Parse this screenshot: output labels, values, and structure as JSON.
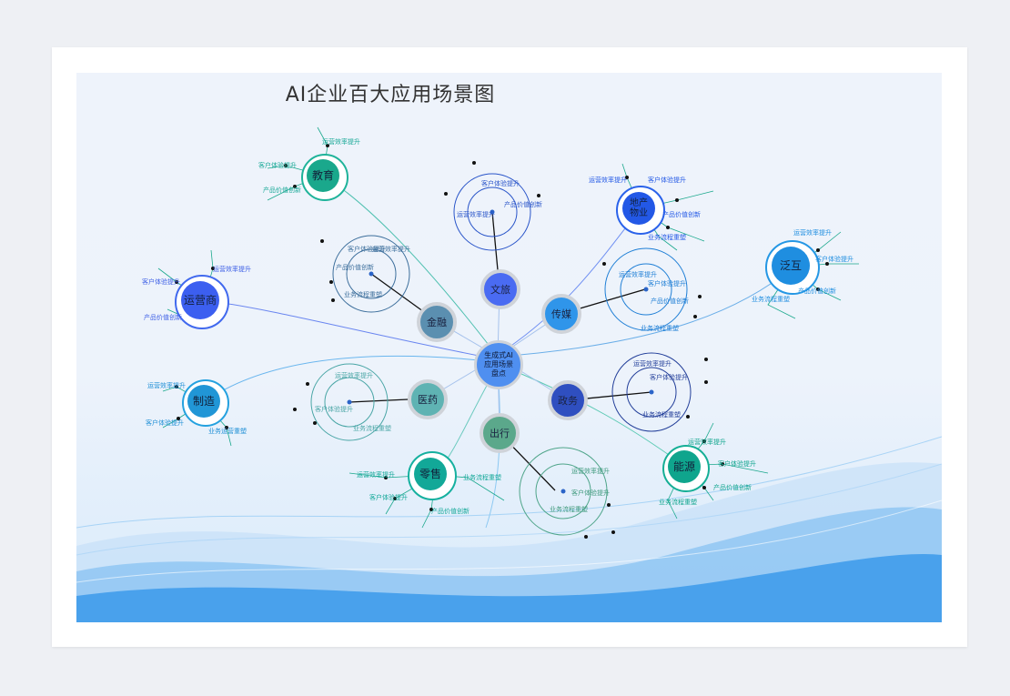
{
  "title": "AI企业百大应用场景图",
  "center": "生成式AI应用场景盘点",
  "categories": [
    {
      "id": "wenlv",
      "label": "文旅",
      "color": "#4a6bf2"
    },
    {
      "id": "jinrong",
      "label": "金融",
      "color": "#5b8fb0"
    },
    {
      "id": "chuanmei",
      "label": "传媒",
      "color": "#2f95ea"
    },
    {
      "id": "yiyao",
      "label": "医药",
      "color": "#5fb3b3"
    },
    {
      "id": "zhengwu",
      "label": "政务",
      "color": "#2f4fc0"
    },
    {
      "id": "chuxing",
      "label": "出行",
      "color": "#5ba88b"
    }
  ],
  "hubs": [
    {
      "id": "jiaoyu",
      "label": "教育",
      "color": "#1aa88c",
      "ring": "#1fb39a"
    },
    {
      "id": "yunyingshang",
      "label": "运营商",
      "color": "#3c5ff0",
      "ring": "#4169ee"
    },
    {
      "id": "zhizao",
      "label": "制造",
      "color": "#2196d6",
      "ring": "#24a1df"
    },
    {
      "id": "lingshou",
      "label": "零售",
      "color": "#12a898",
      "ring": "#15b09f"
    },
    {
      "id": "nengyuan",
      "label": "能源",
      "color": "#0fa58d",
      "ring": "#14ae95"
    },
    {
      "id": "fanhu",
      "label": "泛互",
      "color": "#1f8ee0",
      "ring": "#2597e4"
    },
    {
      "id": "dichan",
      "label": "地产物业",
      "color": "#2358e6",
      "ring": "#2a62ea"
    }
  ],
  "branches": {
    "jiaoyu": [
      "运营效率提升",
      "客户体验提升",
      "产品价值创新"
    ],
    "yunyingshang": [
      "运营效率提升",
      "客户体验提升",
      "产品价值创新"
    ],
    "zhizao": [
      "运营效率提升",
      "客户体验提升",
      "业务运营重塑"
    ],
    "lingshou": [
      "运营效率提升",
      "客户体验提升",
      "产品价值创新",
      "业务流程重塑"
    ],
    "nengyuan": [
      "运营效率提升",
      "客户体验提升",
      "产品价值创新",
      "业务流程重塑"
    ],
    "fanhu": [
      "运营效率提升",
      "客户体验提升",
      "产品价值创新",
      "业务流程重塑"
    ],
    "dichan": [
      "运营效率提升",
      "客户体验提升",
      "产品价值创新",
      "业务流程重塑"
    ],
    "wenlv": [
      "客户体验提升",
      "产品价值创新",
      "运营效率提升"
    ],
    "jinrong": [
      "客户体验提升",
      "运营效率提升",
      "产品价值创新",
      "业务流程重塑"
    ],
    "chuanmei": [
      "运营效率提升",
      "客户体验提升",
      "产品价值创新",
      "业务流程重塑"
    ],
    "yiyao": [
      "运营效率提升",
      "客户体验提升",
      "业务流程重塑"
    ],
    "zhengwu": [
      "运营效率提升",
      "客户体验提升",
      "业务流程重塑"
    ],
    "chuxing": [
      "运营效率提升",
      "客户体验提升",
      "业务流程重塑"
    ]
  },
  "colors": {
    "line": "#2a64c8",
    "teal": "#18a897",
    "bg": "#eef3fb"
  }
}
